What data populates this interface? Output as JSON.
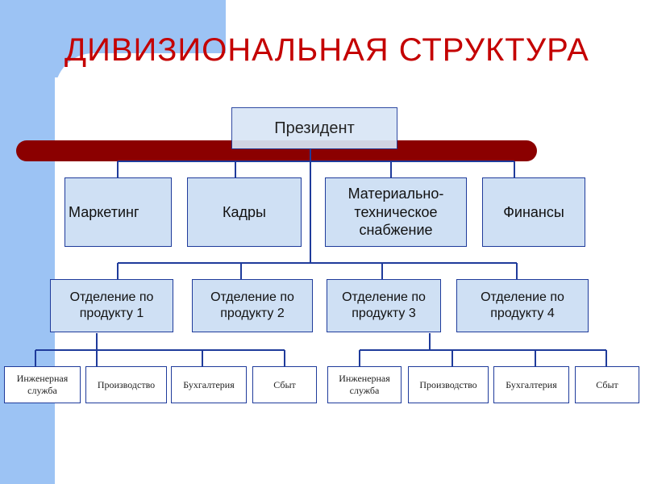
{
  "title": "ДИВИЗИОНАЛЬНАЯ СТРУКТУРА",
  "colors": {
    "title": "#c40000",
    "bar": "#8b0000",
    "box_fill": "#cfe0f4",
    "box_border": "#1f3b9b",
    "lines": "#1f3b9b",
    "background_accent": "#9cc3f4"
  },
  "president": "Президент",
  "departments": [
    "Маркетинг",
    "Кадры",
    "Материально-техническое снабжение",
    "Финансы"
  ],
  "divisions": [
    "Отделение по продукту 1",
    "Отделение по продукту 2",
    "Отделение по продукту 3",
    "Отделение по продукту 4"
  ],
  "units_left": [
    "Инженерная служба",
    "Производство",
    "Бухгалтерия",
    "Сбыт"
  ],
  "units_right": [
    "Инженерная служба",
    "Производство",
    "Бухгалтерия",
    "Сбыт"
  ]
}
